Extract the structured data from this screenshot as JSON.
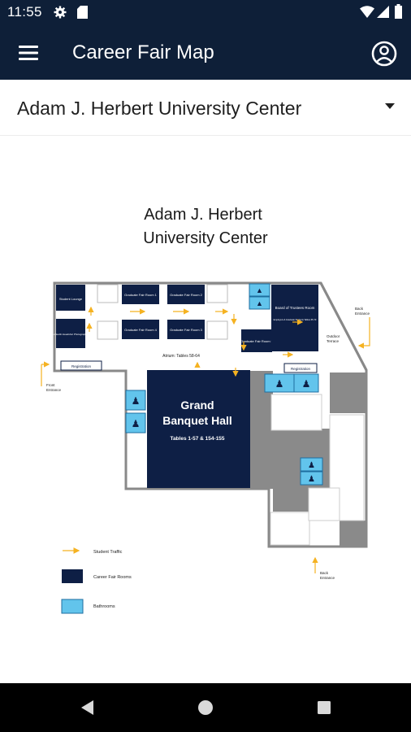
{
  "status_bar": {
    "time": "11:55",
    "icons": [
      "gear-icon",
      "sim-card-icon",
      "wifi-icon",
      "signal-icon",
      "battery-icon"
    ]
  },
  "app_bar": {
    "title": "Career Fair Map",
    "menu_icon": "hamburger-menu-icon",
    "account_icon": "account-circle-icon"
  },
  "location_selector": {
    "selected": "Adam J. Herbert University Center",
    "icon": "dropdown-arrow-icon"
  },
  "map": {
    "title_line1": "Adam J. Herbert",
    "title_line2": "University Center",
    "rooms": {
      "student_lounge": "Student Lounge",
      "graduate_fair_room_1": "Graduate Fair Room 1",
      "graduate_fair_room_2": "Graduate Fair Room 2",
      "graduate_fair_room_3": "Graduate Fair Room 3",
      "graduate_fair_room_4": "Graduate Fair Room 4",
      "linkedin_headshot_photographer": "LinkedIn Headshot Photographer",
      "graduate_fair_room_5": "Graduate Fair Room 5",
      "board_of_trustees_title": "Board of Trustees Room",
      "board_of_trustees_sub": "Employers & Graduate Students Tables 65-70",
      "atrium": "Atrium: Tables 58-64",
      "registration_left": "Registration",
      "registration_right": "Registration",
      "grand_banquet_line1": "Grand",
      "grand_banquet_line2": "Banquet Hall",
      "grand_banquet_tables": "Tables 1-57 & 154-155"
    },
    "entrances": {
      "front_line1": "Front",
      "front_line2": "Entrance",
      "back_top_line1": "Back",
      "back_top_line2": "Entrance",
      "outdoor_line1": "Outdoor",
      "outdoor_line2": "Terrace",
      "back_bottom_line1": "Back",
      "back_bottom_line2": "Entrance"
    },
    "legend": {
      "student_traffic": "Student Traffic",
      "career_fair_rooms": "Career Fair Rooms",
      "bathrooms": "Bathrooms"
    },
    "colors": {
      "navy": "#0e1f45",
      "bathroom": "#62c4ec",
      "traffic_arrow": "#f5b221",
      "wall": "#898989",
      "dark_gray": "#8a8a8a"
    }
  },
  "nav_bar": {
    "back_icon": "back-triangle-icon",
    "home_icon": "home-circle-icon",
    "recents_icon": "recents-square-icon"
  }
}
